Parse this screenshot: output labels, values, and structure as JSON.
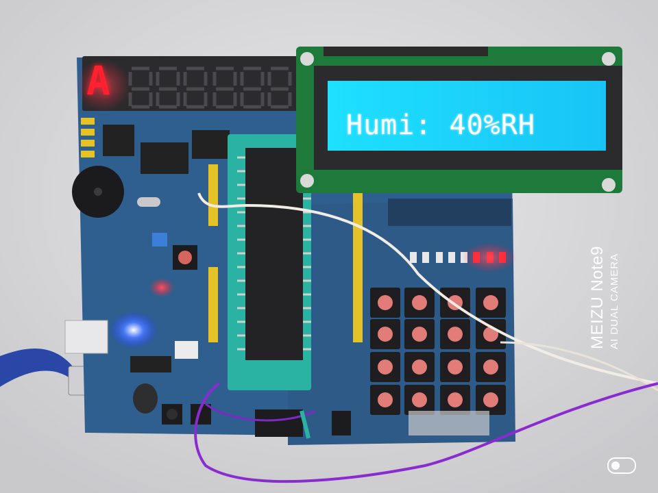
{
  "lcd": {
    "text": "Humi: 40%RH"
  },
  "seven_segment": {
    "first_digit": "A"
  },
  "camera_watermark": {
    "brand": "MEIZU Note9",
    "subtitle": "AI DUAL CAMERA"
  },
  "colors": {
    "pcb": "#2f5f8e",
    "lcd_backlight": "#1fd6ff",
    "led_red": "#ff2a3a",
    "led_blue": "#3a6bff",
    "key_cap": "#e27c78"
  }
}
